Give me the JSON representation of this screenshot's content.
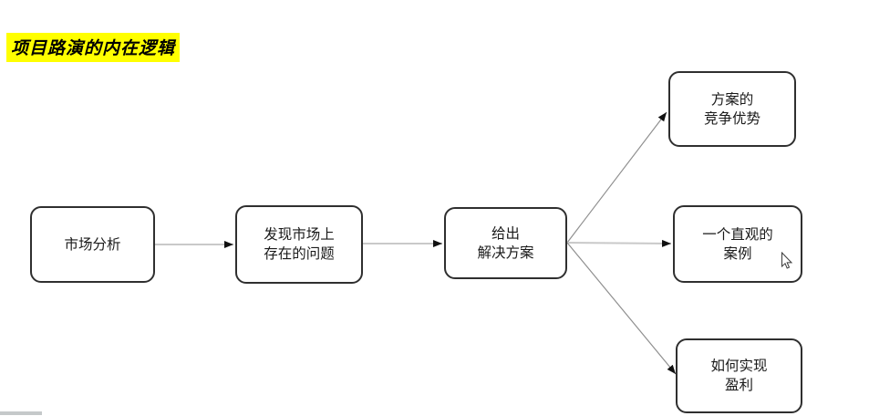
{
  "title": {
    "text": "项目路演的内在逻辑",
    "highlight_color": "#ffff00",
    "text_color": "#000000"
  },
  "nodes": [
    {
      "name": "market-analysis",
      "label": "市场分析"
    },
    {
      "name": "problem-discovery",
      "label": "发现市场上\n存在的问题"
    },
    {
      "name": "solution",
      "label": "给出\n解决方案"
    },
    {
      "name": "competitive-advantage",
      "label": "方案的\n竞争优势"
    },
    {
      "name": "intuitive-case",
      "label": "一个直观的\n案例"
    },
    {
      "name": "profitability",
      "label": "如何实现\n盈利"
    }
  ],
  "connectors": [
    {
      "from": "market-analysis",
      "to": "problem-discovery"
    },
    {
      "from": "problem-discovery",
      "to": "solution"
    },
    {
      "from": "solution",
      "to": "competitive-advantage"
    },
    {
      "from": "solution",
      "to": "intuitive-case"
    },
    {
      "from": "solution",
      "to": "profitability"
    }
  ],
  "icons": {
    "cursor": "mouse-arrow-pointer-icon"
  },
  "colors": {
    "node_border": "#2f2f2f",
    "node_fill": "#ffffff",
    "connector_horizontal": "#c9c9c9",
    "connector_diagonal": "#8f8f8f",
    "arrowhead": "#111111",
    "highlight": "#ffff00",
    "bottom_bar": "#c5c9ca"
  }
}
